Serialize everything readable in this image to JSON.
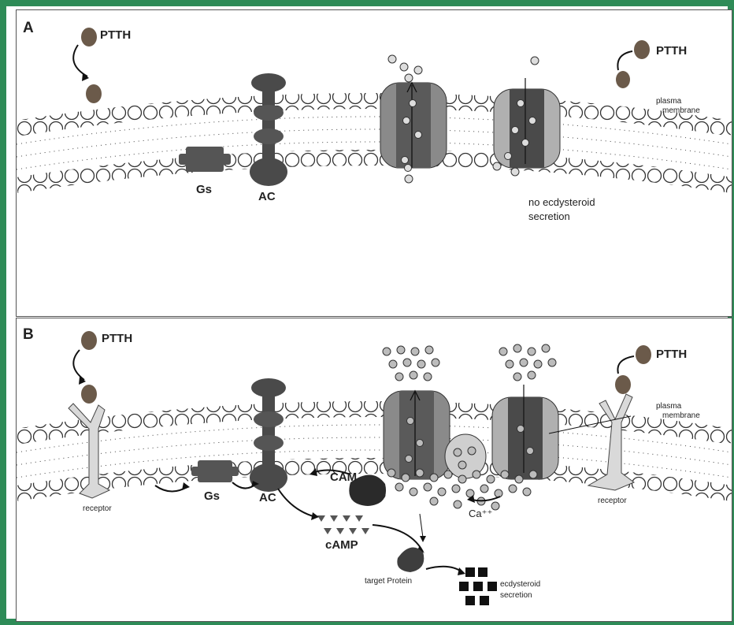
{
  "panels": [
    {
      "letter": "A",
      "labels": {
        "ptth_left": "PTTH",
        "ptth_right": "PTTH",
        "plasma": "plasma",
        "membrane": "membrane",
        "gs": "Gs",
        "ac": "AC",
        "result_line1": "no ecdysteroid",
        "result_line2": "secretion"
      }
    },
    {
      "letter": "B",
      "labels": {
        "ptth_left": "PTTH",
        "ptth_right": "PTTH",
        "plasma": "plasma",
        "membrane": "membrane",
        "gs": "Gs",
        "ac": "AC",
        "receptor_left": "receptor",
        "receptor_right": "receptor",
        "cam": "CAM",
        "camp": "cAMP",
        "ca": "Ca⁺⁺",
        "target": "target Protein",
        "result_line1": "ecdysteroid",
        "result_line2": "secretion"
      }
    }
  ],
  "colors": {
    "border": "#2e8b57",
    "membrane_bead": "#ffffff",
    "protein_dark": "#4a4a4a",
    "protein_light": "#c8c8c8",
    "ptth": "#6b5a4a"
  }
}
